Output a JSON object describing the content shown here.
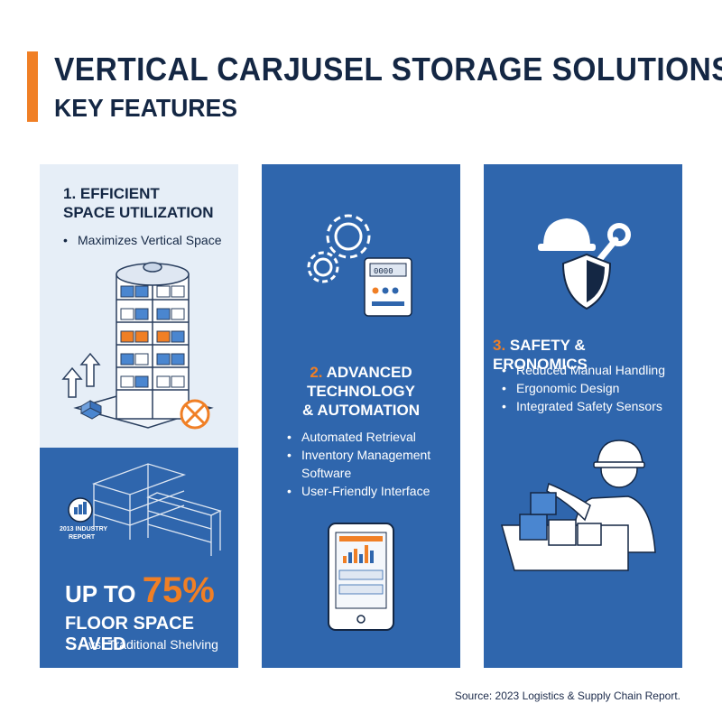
{
  "header": {
    "title": "VERTICAL CARJUSEL STORAGE SOLUTIONS",
    "subtitle": "KEY FEATURES",
    "accent_color": "#f07f25"
  },
  "panel1": {
    "title_line1": "1. EFFICIENT",
    "title_line2": "SPACE UTILIZATION",
    "bullets": [
      "Maximizes Vertical Space"
    ],
    "badge_line1": "2013 INDUSTRY",
    "badge_line2": "REPORT",
    "stat_prefix": "UP TO ",
    "stat_value": "75%",
    "stat_label": "FLOOR SPACE SAVED",
    "stat_note": "vs. Traditional Shelving"
  },
  "panel2": {
    "title_number": "2.",
    "title_line1": "ADVANCED",
    "title_line2": "TECHNOLOGY",
    "title_line3": "& AUTOMATION",
    "bullet1": "Automated Retrieval",
    "bullet2_line1": "Inventory Management",
    "bullet2_line2": "Software",
    "bullet3": "User-Friendly Interface",
    "device_screen_text": "0000"
  },
  "panel3": {
    "title_number": "3.",
    "title_text": "SAFETY & ERONOMICS",
    "bullets": [
      "Reduced Manual Handling",
      "Ergonomic Design",
      "Integrated Safety Sensors"
    ]
  },
  "colors": {
    "panel_blue": "#2f66ad",
    "light_panel": "#e6eef7",
    "navy": "#142744",
    "orange": "#f07f25"
  },
  "footer": {
    "source": "Source: 2023 Logistics & Supply Chain Report."
  }
}
